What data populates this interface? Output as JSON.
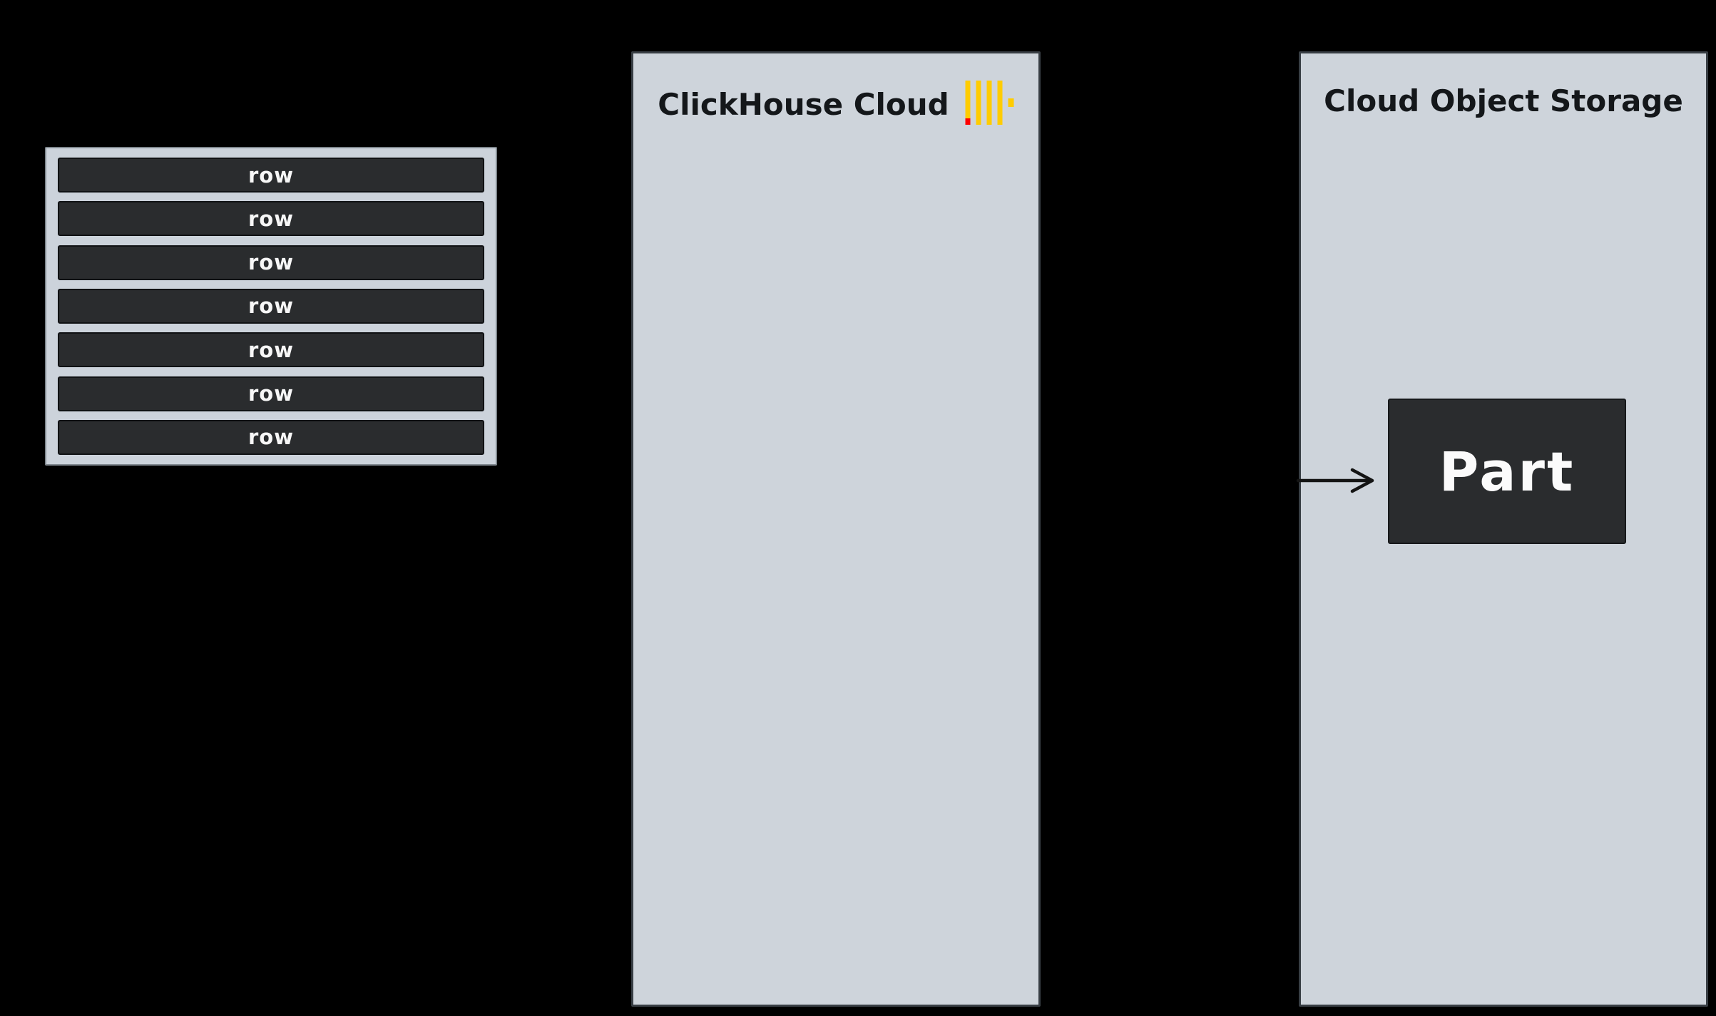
{
  "rows_block": {
    "rows": [
      "row",
      "row",
      "row",
      "row",
      "row",
      "row",
      "row"
    ]
  },
  "clickhouse_panel": {
    "title": "ClickHouse Cloud",
    "logo": {
      "bar_color": "#FFCC00",
      "accent_color": "#FF0000"
    }
  },
  "storage_panel": {
    "title": "Cloud Object Storage",
    "part_label": "Part"
  },
  "colors": {
    "background": "#000000",
    "panel_fill": "#CED4DB",
    "panel_border": "#383E44",
    "dark_box_fill": "#2A2C2E",
    "light_text": "#F7F7F7",
    "dark_text": "#14171A",
    "arrow": "#141414"
  }
}
